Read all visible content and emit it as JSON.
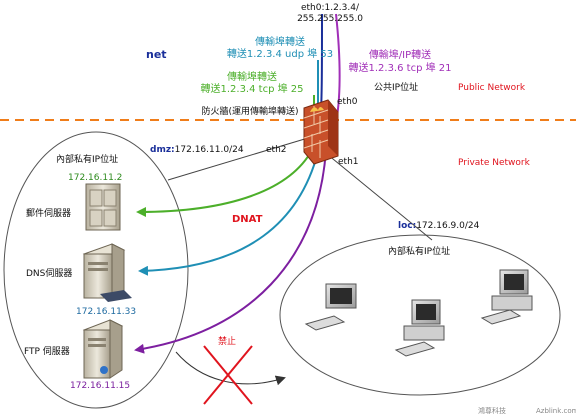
{
  "colors": {
    "green": "#4caf2a",
    "teal": "#1f8fb5",
    "purple": "#7d1fa0",
    "violet": "#a12fb8",
    "navy": "#1a2f9a",
    "red": "#e0141e",
    "orange": "#f07d1a",
    "blue_label": "#2d4aa8",
    "ip_green": "#2e8b1e",
    "ip_teal": "#1e6aa0",
    "ip_purple": "#7a1f9e"
  },
  "labels": {
    "eth0_ip_line1": "eth0:1.2.3.4/",
    "eth0_ip_line2": "255.255.255.0",
    "net": "net",
    "udp_title": "傳輸埠轉送",
    "udp_rule": "轉送1.2.3.4 udp 埠 53",
    "tcp25_title": "傳輸埠轉送",
    "tcp25_rule": "轉送1.2.3.4 tcp 埠 25",
    "firewall_caption": "防火牆(運用傳輸埠轉送)",
    "ipfwd_title": "傳輸埠/IP轉送",
    "ipfwd_rule": "轉送1.2.3.6 tcp 埠 21",
    "public_ip": "公共IP位址",
    "public_network": "Public Network",
    "private_network": "Private Network",
    "eth0": "eth0",
    "eth1": "eth1",
    "eth2": "eth2",
    "dmz_key": "dmz:",
    "dmz_subnet": "172.16.11.0/24",
    "dmz_private_ip": "內部私有IP位址",
    "mail_ip": "172.16.11.2",
    "mail_server": "郵件伺服器",
    "dns_server": "DNS伺服器",
    "dns_ip": "172.16.11.33",
    "ftp_server": "FTP 伺服器",
    "ftp_ip": "172.16.11.15",
    "dnat": "DNAT",
    "forbidden": "禁止",
    "loc_key": "loc:",
    "loc_subnet": "172.16.9.0/24",
    "loc_private_ip": "內部私有IP位址",
    "watermark": "Azblink.com",
    "watermark_prefix": "鴻尊科技"
  },
  "icons": [
    "firewall-icon",
    "mail-server-icon",
    "dns-server-icon",
    "ftp-server-icon",
    "workstation-icon",
    "forbidden-cross-icon"
  ]
}
